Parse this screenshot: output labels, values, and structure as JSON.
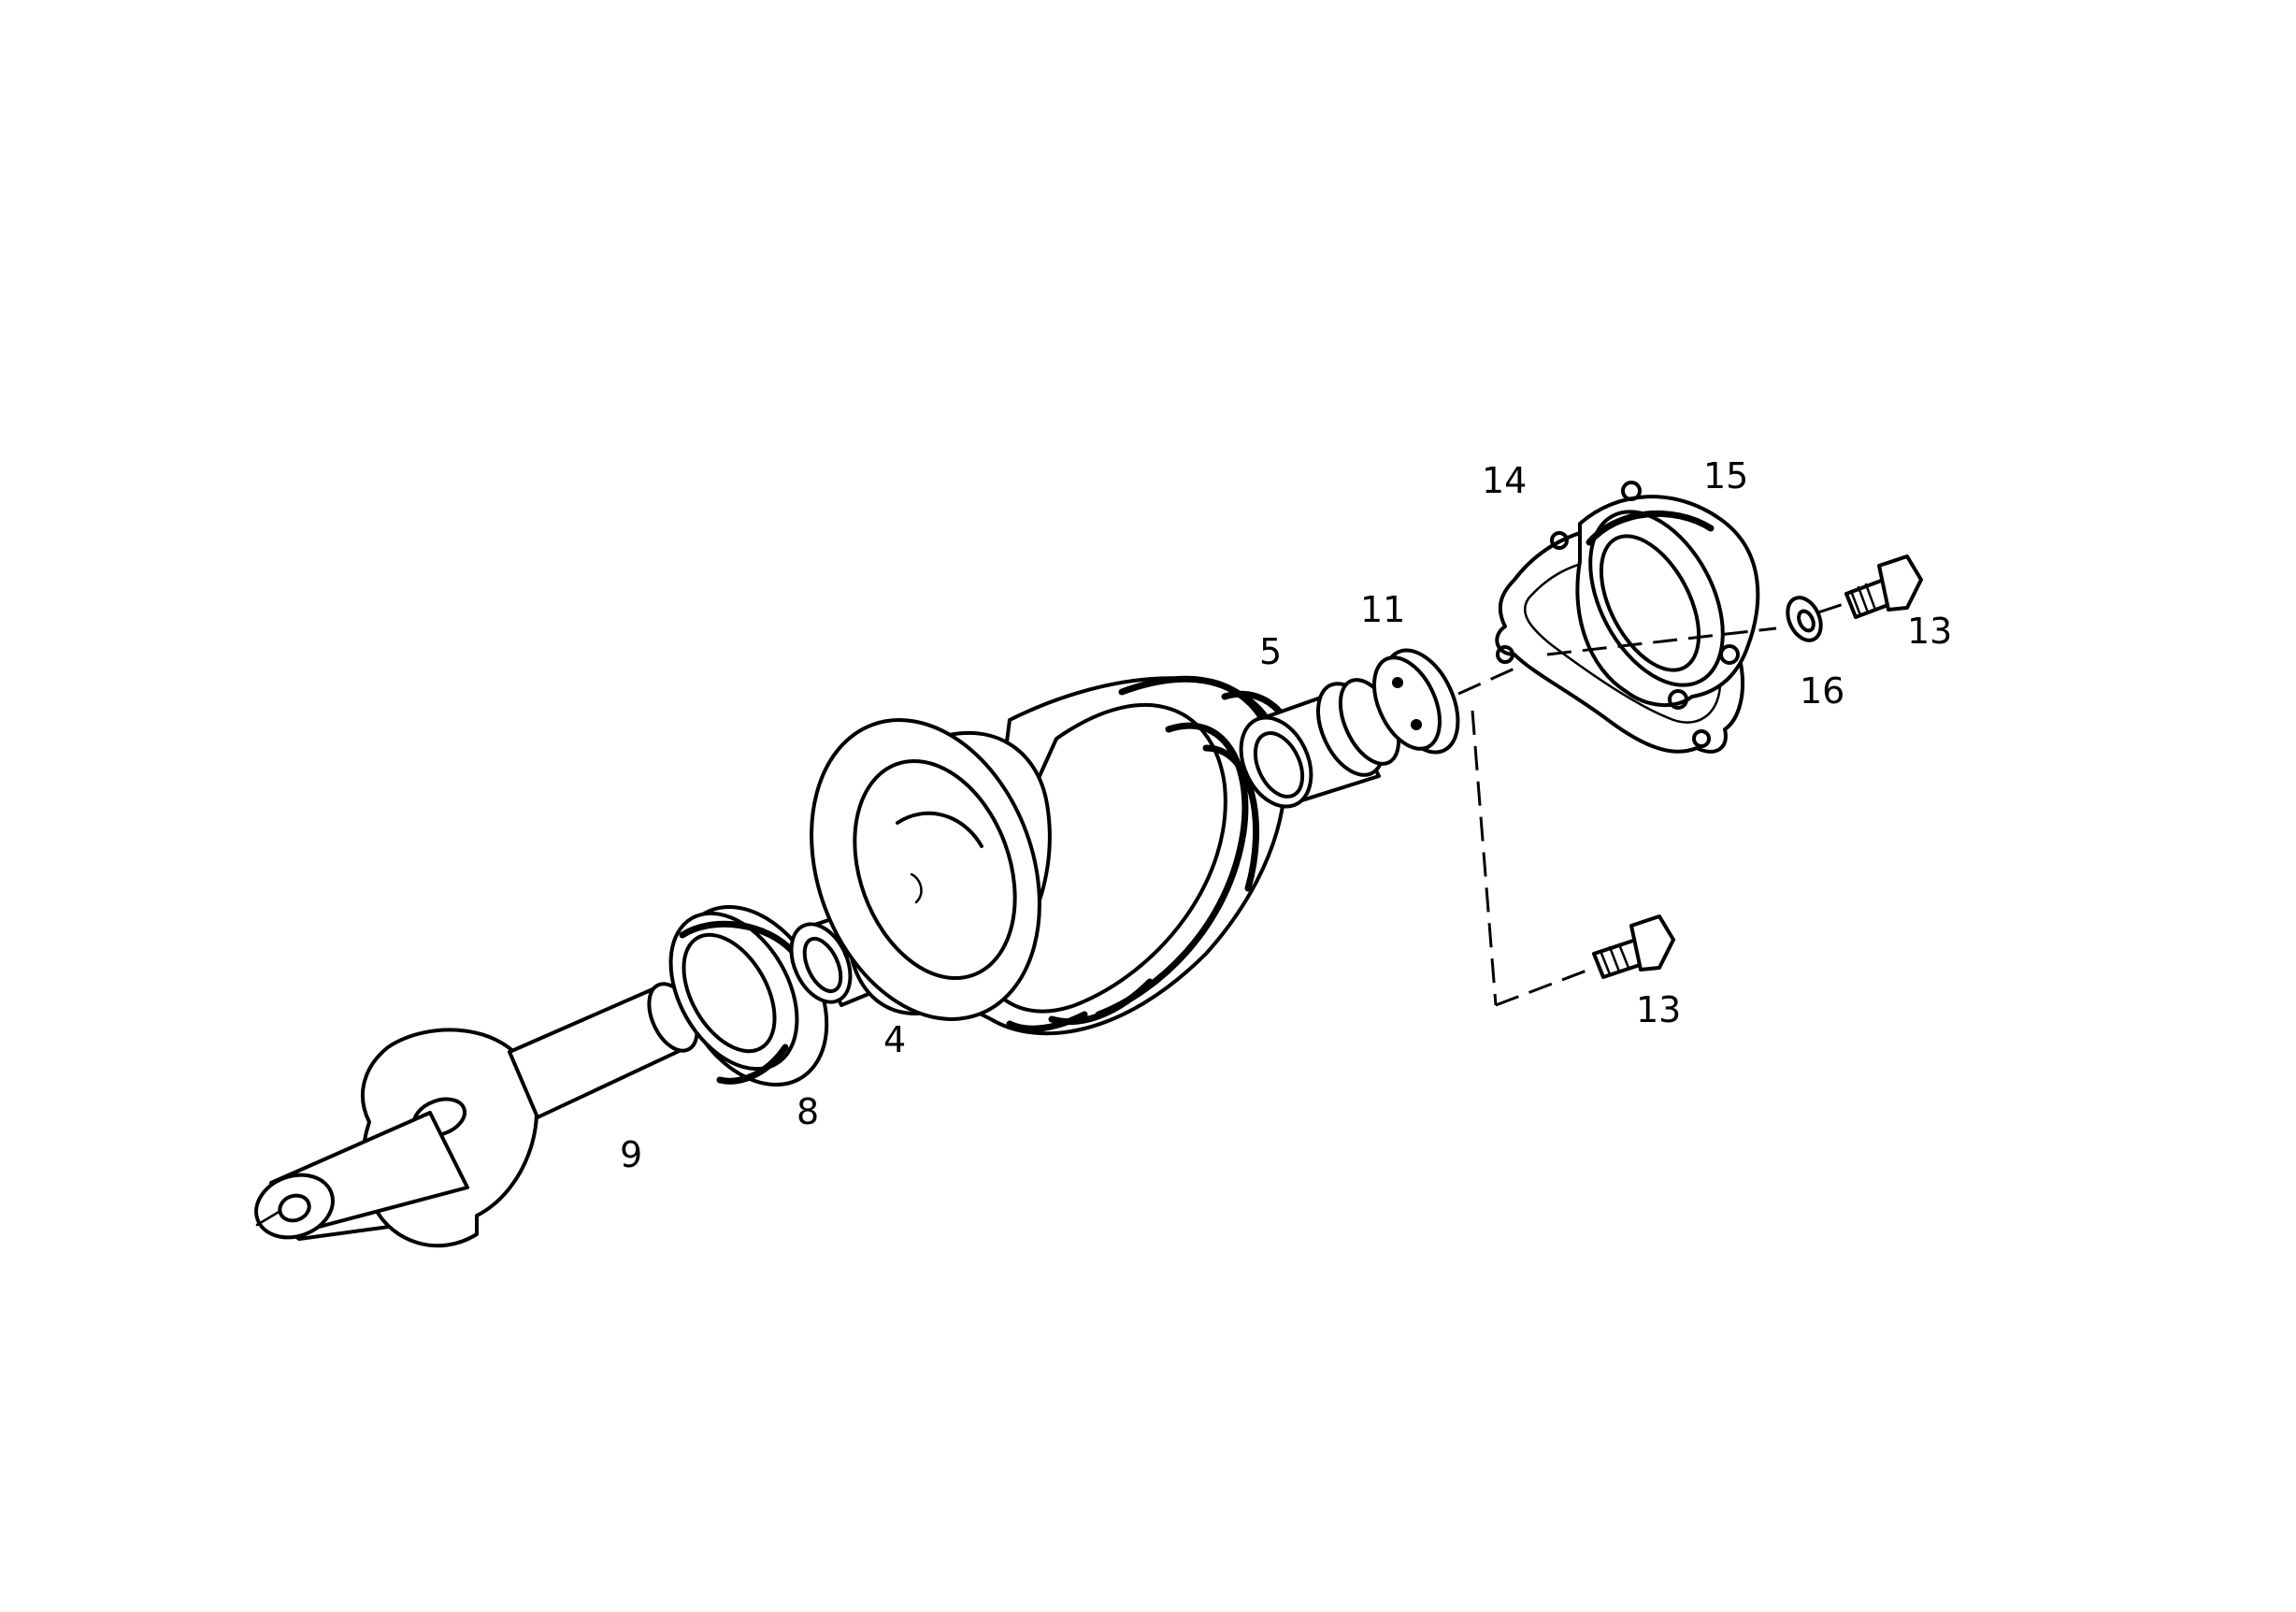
{
  "callouts": {
    "c9": "9",
    "c8": "8",
    "c4": "4",
    "c5": "5",
    "c11": "11",
    "c14": "14",
    "c15": "15",
    "c16": "16",
    "c13a": "13",
    "c13b": "13"
  }
}
